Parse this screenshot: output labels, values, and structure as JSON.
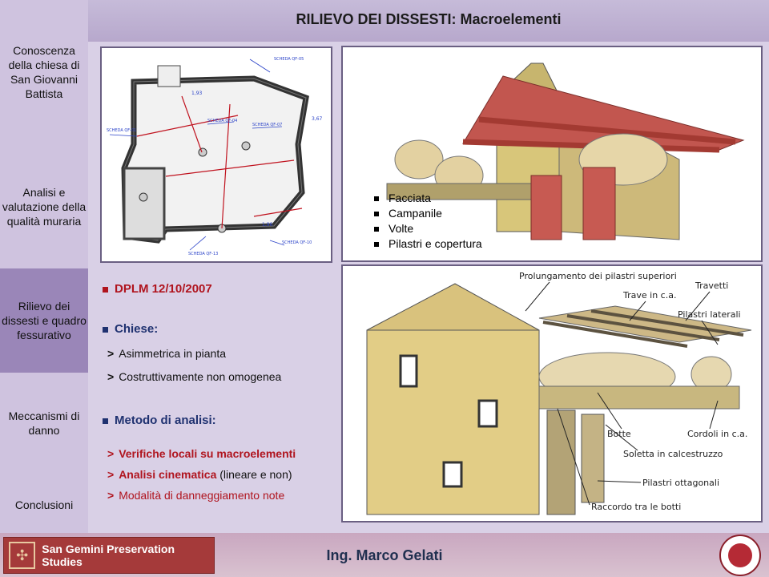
{
  "sidebar": {
    "items": [
      {
        "label": "Conoscenza della chiesa di San Giovanni Battista",
        "active": false
      },
      {
        "label": "Analisi e valutazione della qualità muraria",
        "active": false
      },
      {
        "label": "Rilievo dei dissesti e quadro fessurativo",
        "active": true
      },
      {
        "label": "Meccanismi di danno",
        "active": false
      },
      {
        "label": "Conclusioni",
        "active": false
      }
    ]
  },
  "header": {
    "title": "RILIEVO DEI DISSESTI: Macroelementi"
  },
  "plan": {
    "labels": [
      "SCHEDA QF-05",
      "1,93",
      "SCHEDA QF-04",
      "SCHEDA QF-07",
      "SCHEDA QF-01",
      "SCHEDA QF-13",
      "SCHEDA QF-10",
      "3,67",
      "1,96"
    ]
  },
  "model_top": {
    "legend": [
      "Facciata",
      "Campanile",
      "Volte",
      "Pilastri e copertura"
    ]
  },
  "model_bottom": {
    "labels": [
      "Prolungamento dei pilastri superiori",
      "Trave in c.a.",
      "Travetti",
      "Pilastri laterali",
      "Botte",
      "Cordoli in c.a.",
      "Soletta in calcestruzzo",
      "Pilastri ottagonali",
      "Raccordo tra le botti"
    ]
  },
  "content": {
    "dplm": "DPLM 12/10/2007",
    "chiese": "Chiese:",
    "chiese_items": [
      "Asimmetrica in pianta",
      "Costruttivamente non omogenea"
    ],
    "metodo": "Metodo di analisi:",
    "metodo_items": [
      {
        "bold": "Verifiche locali su macroelementi",
        "rest": ""
      },
      {
        "bold": "Analisi cinematica",
        "rest": " (lineare e non)"
      },
      {
        "bold": "",
        "rest": "Modalità di danneggiamento note"
      }
    ]
  },
  "footer": {
    "logo_text": "San Gemini Preservation Studies",
    "author": "Ing. Marco Gelati"
  },
  "colors": {
    "accent_red": "#b0141e",
    "accent_blue": "#1f3170",
    "active_nav": "#9a86b8"
  }
}
